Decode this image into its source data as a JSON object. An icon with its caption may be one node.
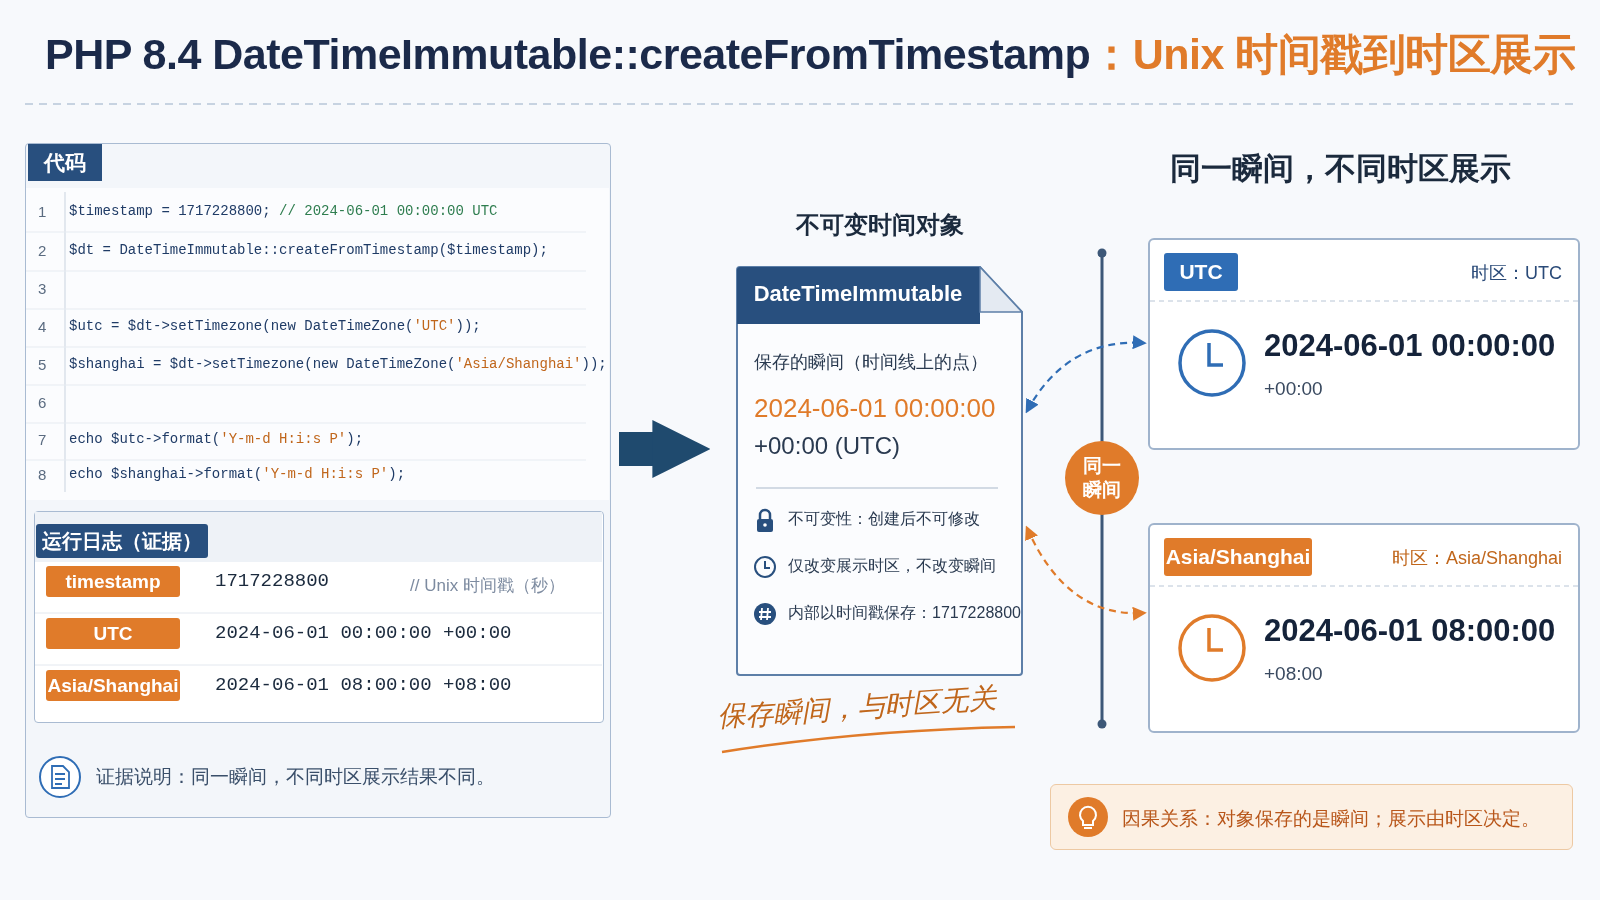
{
  "diagram": {
    "title": "PHP 8.4 DateTimeImmutable::createFromTimestamp",
    "nodes": [
      {
        "text": [
          "代码",
          "$timestamp = 1717228800; // 2024-06-01 00:00:00 UTC",
          "$dt = DateTimeImmutable::createFromTimestamp($timestamp);",
          "$utc = $dt->setTimezone(new DateTimeZone('UTC'));",
          "$shanghai = $dt->setTimezone(new DateTimeZone('Asia/Shanghai'));",
          "echo $utc->format('Y-m-d H:i:s P');",
          "echo $shanghai->format('Y-m-d H:i:s P');",
          "证据说明：同一瞬间，不同时区展示结果不同。"
        ]
      },
      {
        "text": [
          "运行日志（证据）"
        ],
        "in": 0
      },
      {
        "text": [
          "timestamp"
        ],
        "in": 1,
        "beside": [
          "1717228800"
        ]
      },
      {
        "text": [
          "UTC"
        ],
        "in": 1,
        "beside": [
          "2024-06-01 00:00:00 +00:00"
        ]
      },
      {
        "text": [
          "Asia/Shanghai"
        ],
        "in": 1,
        "beside": [
          "2024-06-01 08:00:00 +08:00"
        ]
      },
      {
        "text": [
          "不可变时间对象",
          "DateTimeImmutable",
          "保存的瞬间（时间线上的点）",
          "2024-06-01 00:00:00",
          "+00:00 (UTC)",
          "不可变性：创建后不可修改",
          "仅改变展示时区，不改变瞬间",
          "内部以时间戳保存：1717228800"
        ]
      },
      {
        "text": [
          "UTC",
          "时区：UTC",
          "2024-06-01 00:00:00",
          "+00:00"
        ]
      },
      {
        "text": [
          "Asia/Shanghai",
          "时区：Asia/Shanghai",
          "2024-06-01 08:00:00",
          "+08:00"
        ]
      },
      {
        "text": [
          "同一瞬间"
        ]
      },
      {
        "text": [
          "因果关系：对象保存的是瞬间；展示由时区决定。"
        ]
      }
    ],
    "edges": [
      {
        "from": 0,
        "to": 5,
        "arrow": "to",
        "style": "thick",
        "color": "#1f4a6e"
      },
      {
        "from": 5,
        "to": 6,
        "arrow": "both",
        "style": "dashed",
        "color": "#2f6db5"
      },
      {
        "from": 5,
        "to": 7,
        "arrow": "both",
        "style": "dashed",
        "color": "#e07b2a"
      }
    ],
    "labels": [
      "：Unix 时间戳到时区展示",
      "1",
      "2",
      "3",
      "4",
      "5",
      "6",
      "7",
      "8",
      "同一瞬间，不同时区展示",
      "保存瞬间，与时区无关",
      "// Unix 时间戳（秒）"
    ]
  }
}
